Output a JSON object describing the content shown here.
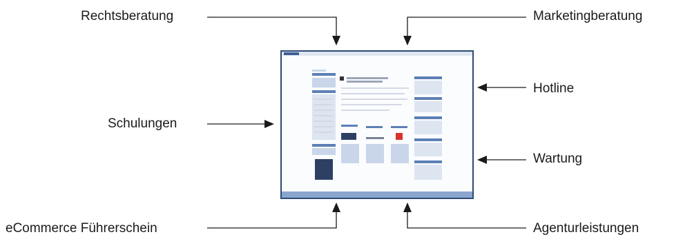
{
  "labels": {
    "rechtsberatung": "Rechtsberatung",
    "marketingberatung": "Marketingberatung",
    "hotline": "Hotline",
    "schulungen": "Schulungen",
    "wartung": "Wartung",
    "ecommerce": "eCommerce Führerschein",
    "agentur": "Agenturleistungen"
  },
  "colors": {
    "frame": "#2c4a73",
    "accent": "#5c7fb4",
    "arrow": "#1a1a1a"
  }
}
